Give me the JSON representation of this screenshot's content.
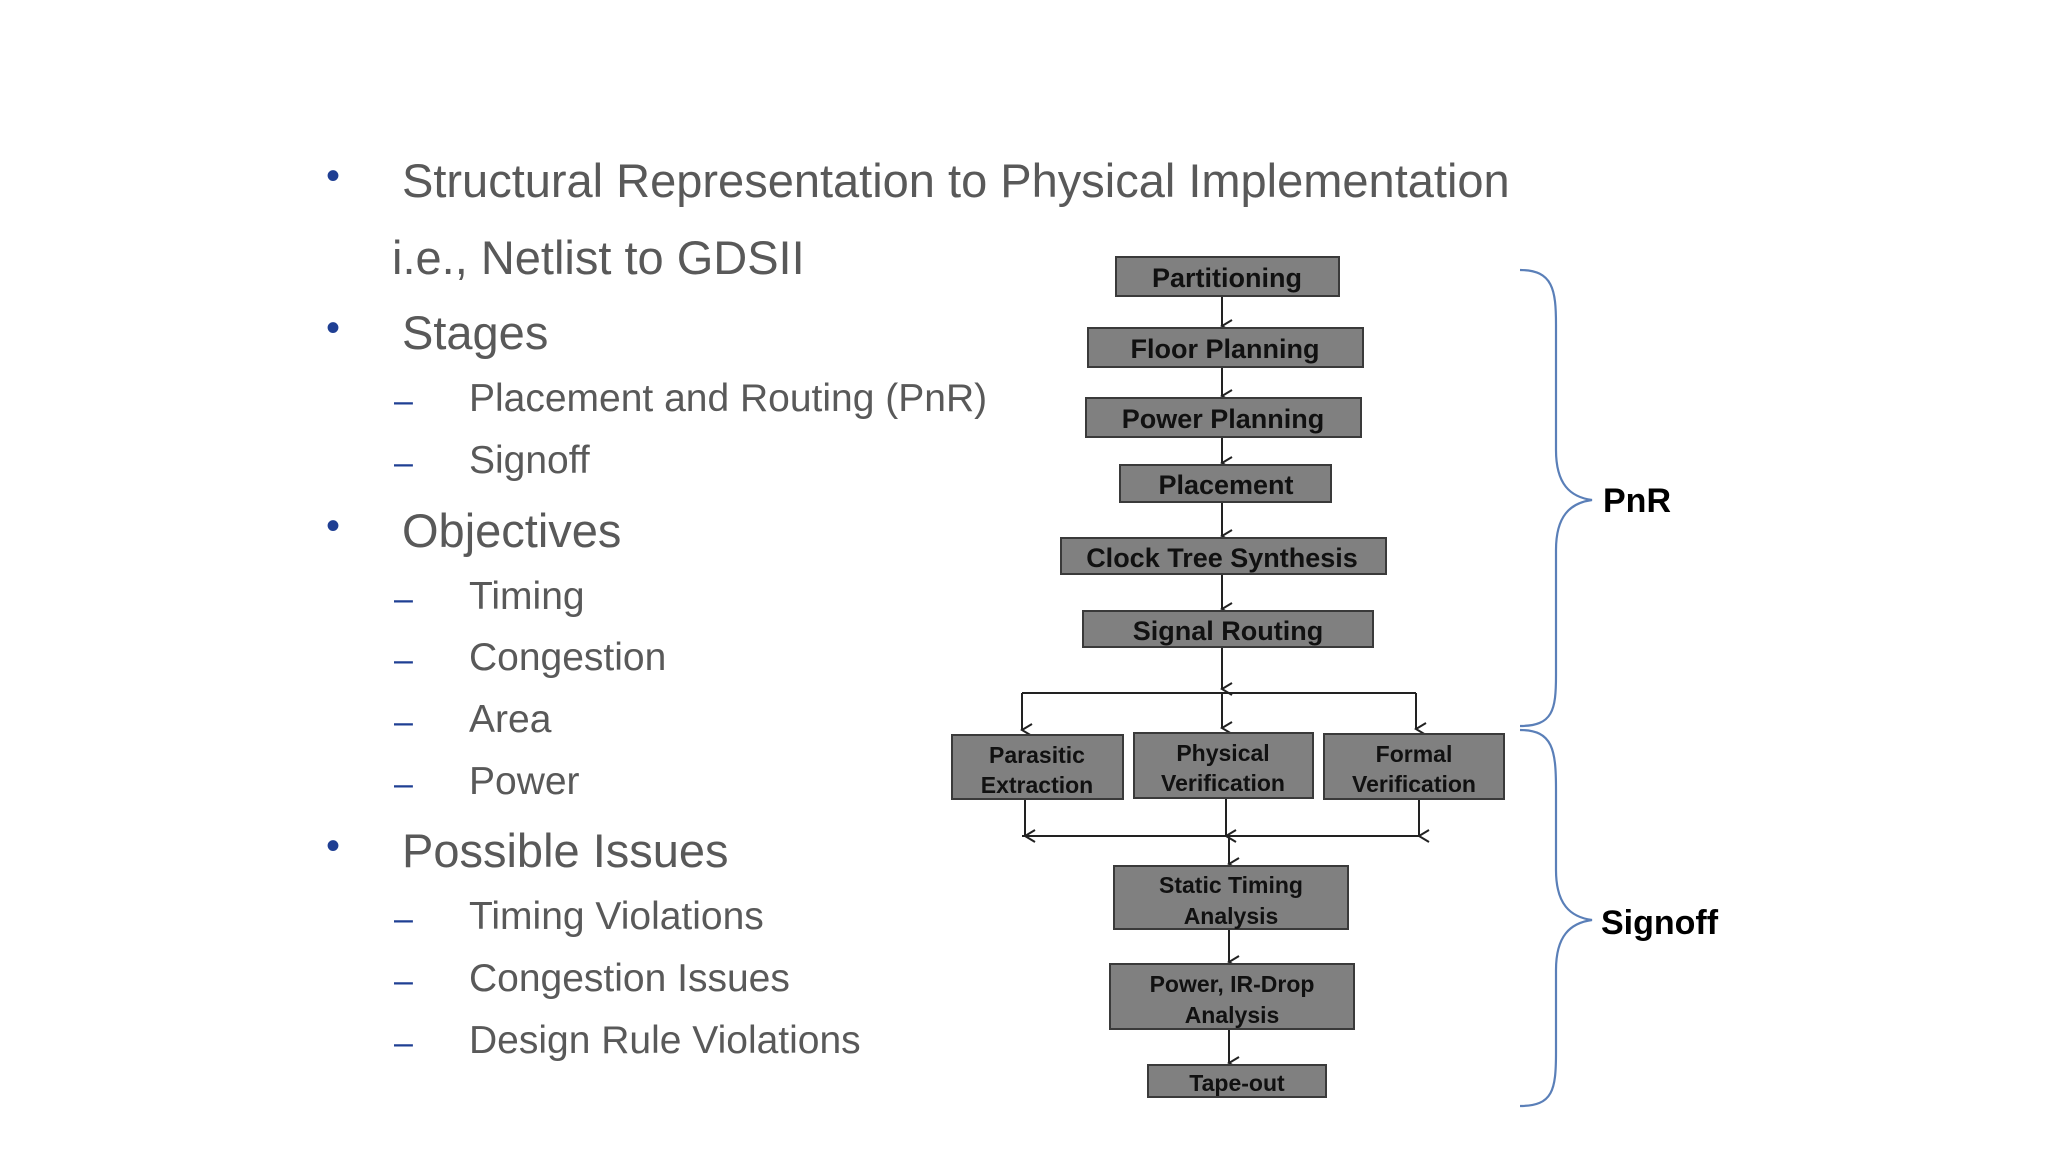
{
  "bullets": {
    "b1_title": "Structural Representation to Physical Implementation",
    "b1_cont": "i.e., Netlist to GDSII",
    "b2_title": "Stages",
    "b2_items": [
      "Placement and Routing (PnR)",
      "Signoff"
    ],
    "b3_title": "Objectives",
    "b3_items": [
      "Timing",
      "Congestion",
      "Area",
      "Power"
    ],
    "b4_title": "Possible Issues",
    "b4_items": [
      "Timing Violations",
      "Congestion Issues",
      "Design Rule Violations"
    ]
  },
  "symbols": {
    "bullet": "•",
    "dash": "–"
  },
  "flow": {
    "partitioning": "Partitioning",
    "floor_planning": "Floor Planning",
    "power_planning": "Power Planning",
    "placement": "Placement",
    "cts": "Clock Tree Synthesis",
    "signal_routing": "Signal Routing",
    "parasitic": [
      "Parasitic",
      "Extraction"
    ],
    "physical": [
      "Physical",
      "Verification"
    ],
    "formal": [
      "Formal",
      "Verification"
    ],
    "sta": [
      "Static Timing",
      "Analysis"
    ],
    "power_ir": [
      "Power, IR-Drop",
      "Analysis"
    ],
    "tapeout": "Tape-out"
  },
  "braces": {
    "pnr": "PnR",
    "signoff": "Signoff"
  },
  "colors": {
    "bullet": "#1f3f93",
    "text": "#595959",
    "box": "#808080",
    "brace": "#5a7fb8"
  }
}
